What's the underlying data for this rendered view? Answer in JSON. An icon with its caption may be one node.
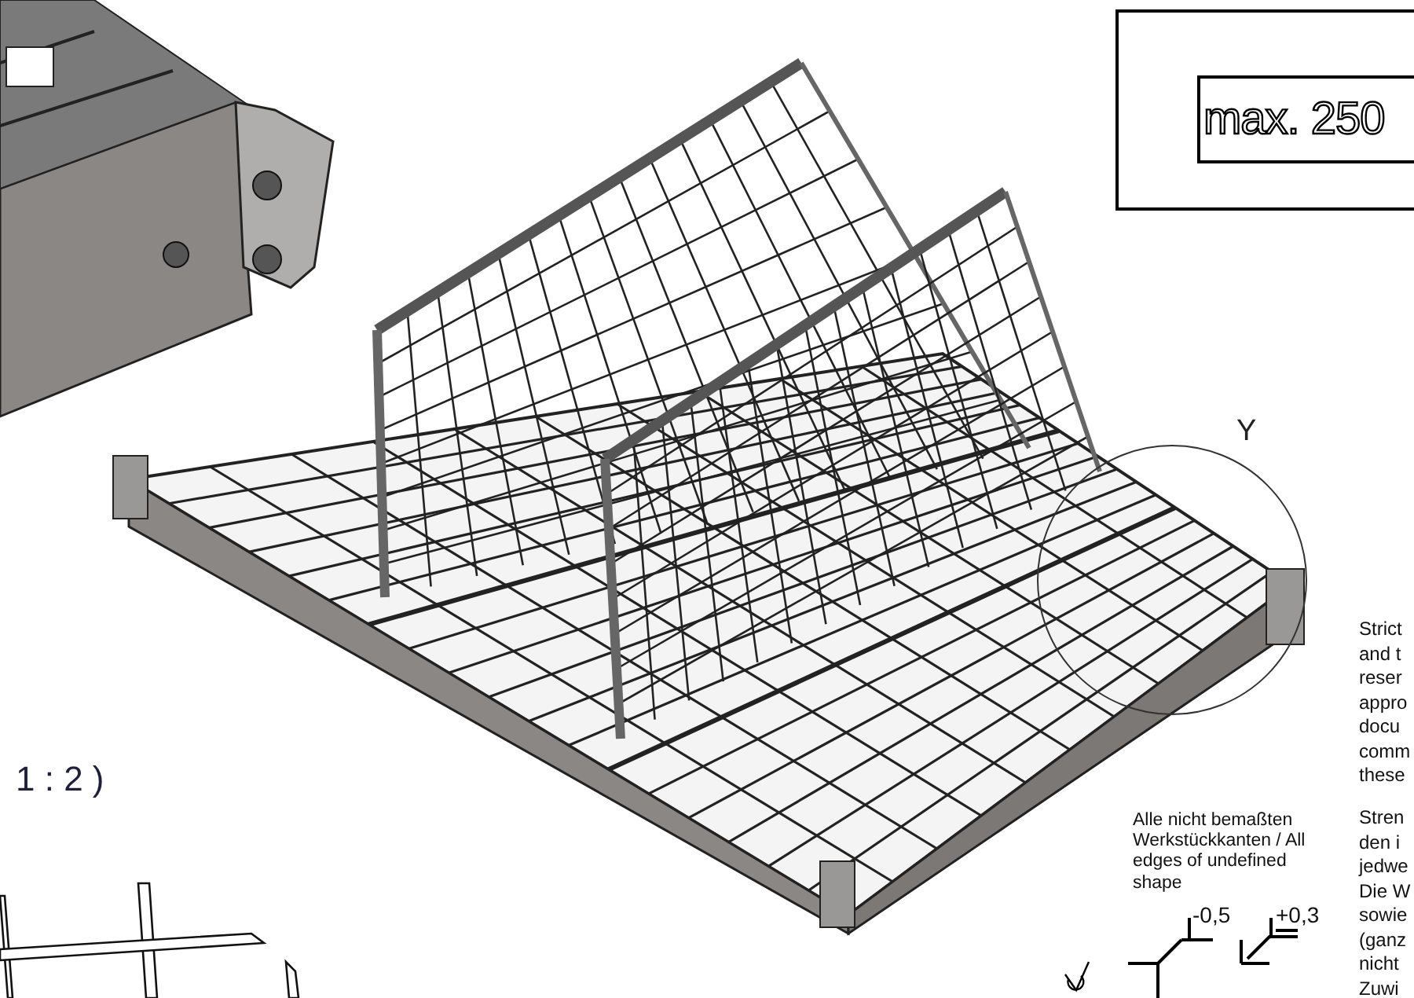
{
  "diagram": {
    "nodes": [
      {
        "text": [],
        "shape": "box"
      },
      {
        "text": [
          "max. 250"
        ],
        "in": 0
      },
      {
        "text": [
          "Y"
        ]
      }
    ],
    "edges": [],
    "labels": [
      "1 : 2 )",
      "Alle nicht bemaßten Werkstückkanten / All edges of undefined shape",
      "-0,5",
      "+0,3",
      "Strict",
      "and t",
      "reser",
      "appro",
      "docu",
      "comm",
      "these",
      "Stren",
      "den i",
      "jedwe",
      "Die W",
      "sowie",
      "(ganz",
      "nicht",
      "Zuwi"
    ]
  }
}
